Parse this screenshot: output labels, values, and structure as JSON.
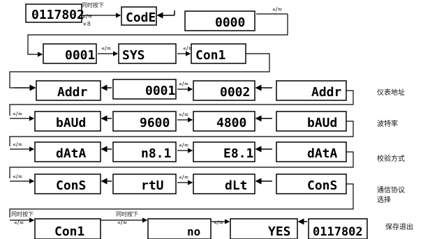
{
  "display_values": {
    "energy": "0117802",
    "code": "CodE",
    "pwd": "0000",
    "pwd1": "0001",
    "sys": "SYS",
    "con1": "Con1",
    "addr": "Addr",
    "a1": "0001",
    "a2": "0002",
    "baud": "bAUd",
    "b9600": "9600",
    "b4800": "4800",
    "data": "dAtA",
    "n81": "n8.1",
    "e81": "E8.1",
    "cons": "ConS",
    "rtu": "rtU",
    "dlt": "dLt",
    "no": "no",
    "yes": "YES"
  },
  "keys": {
    "up_label": "«/≈",
    "x_label": "×8",
    "press_together": "同时按下"
  },
  "row_labels": {
    "r3": "仪表地址",
    "r4": "波特率",
    "r5": "校验方式",
    "r6a": "通信协议",
    "r6b": "选择",
    "r7": "保存退出"
  }
}
